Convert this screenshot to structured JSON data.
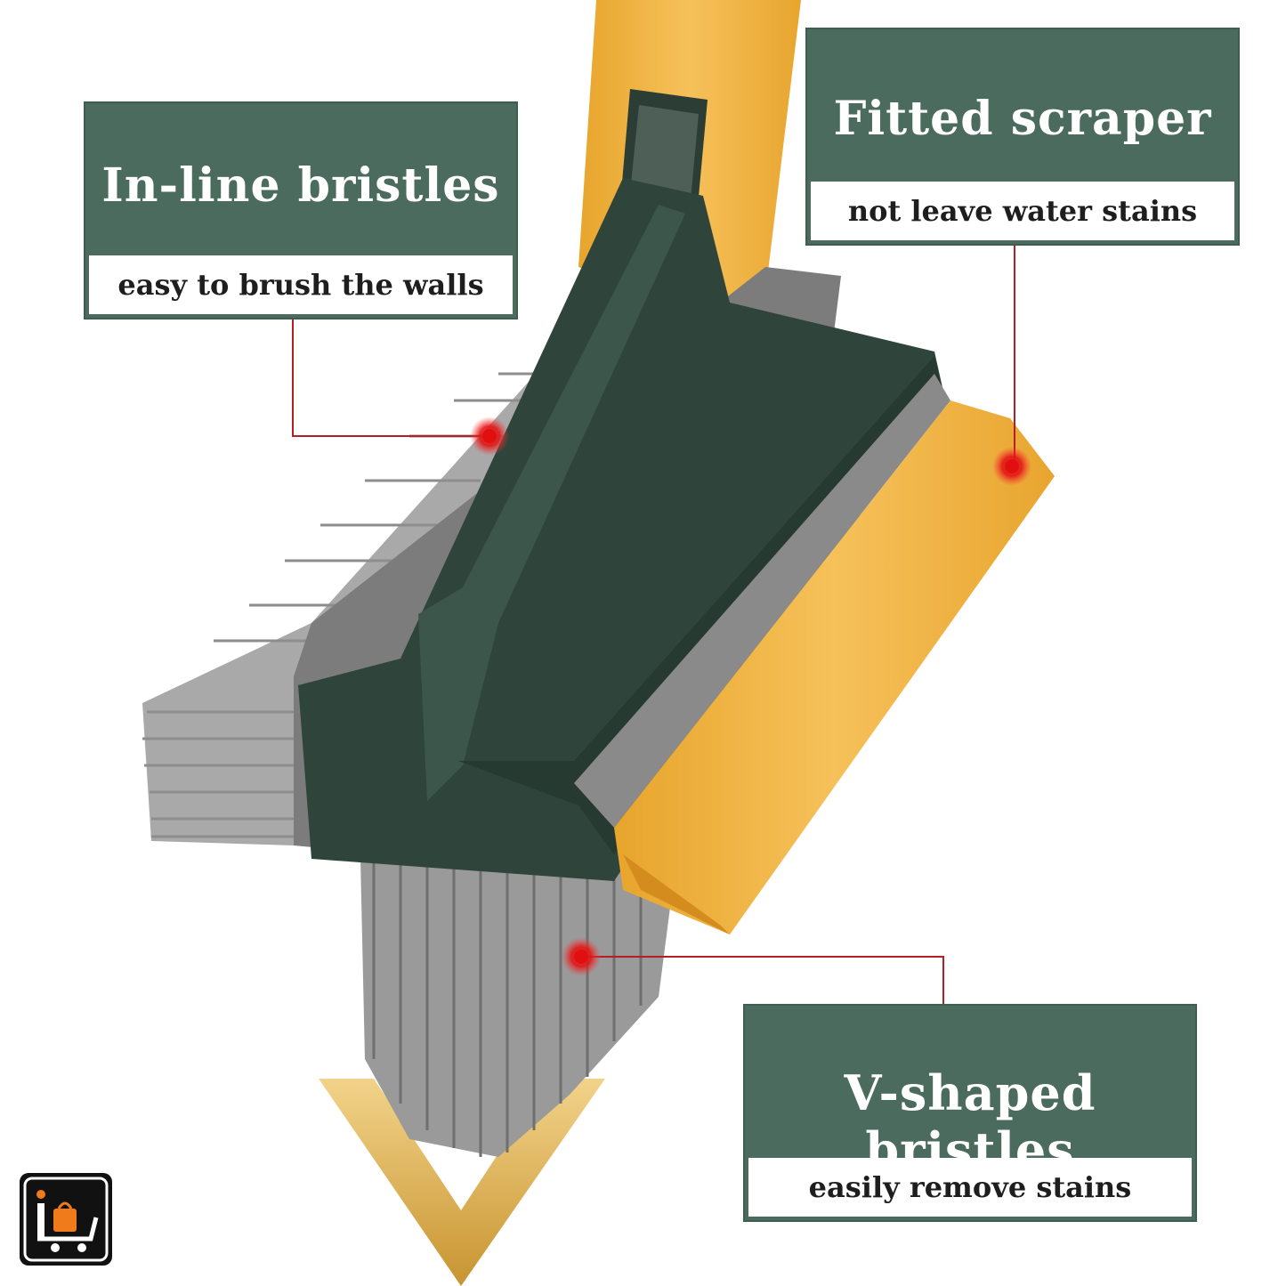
{
  "callouts": {
    "inline": {
      "title": "In-line bristles",
      "subtitle": "easy to brush the walls"
    },
    "scraper": {
      "title": "Fitted scraper",
      "subtitle": "not leave water stains"
    },
    "vshape": {
      "title": "V-shaped bristles",
      "subtitle": "easily remove stains"
    }
  },
  "colors": {
    "callout_green": "#4a6b5d",
    "handle_yellow": "#f0b035",
    "brush_dark_green": "#2d4139",
    "bristle_gray": "#8a8a8a",
    "marker_red": "#e02020",
    "arrow_gold": "#d4a64a",
    "logo_orange": "#f07b1a"
  },
  "icons": {
    "logo": "shopping-cart-bag-logo-icon",
    "down_arrow": "v-chevron-down-icon"
  }
}
